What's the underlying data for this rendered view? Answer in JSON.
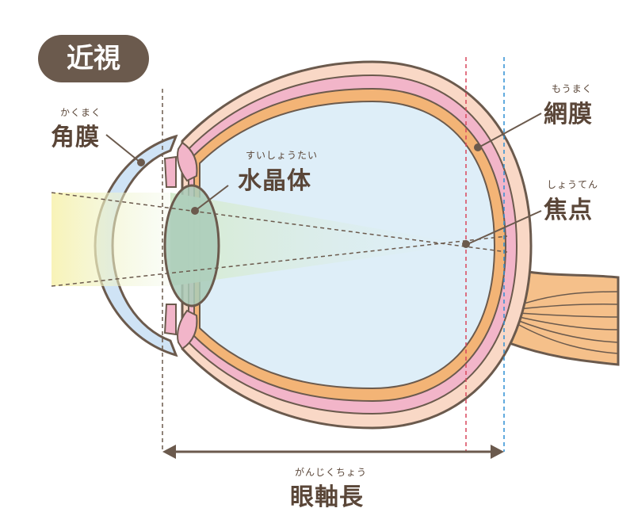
{
  "title": "近視",
  "labels": {
    "cornea": {
      "ruby": "かくまく",
      "text": "角膜"
    },
    "lens": {
      "ruby": "すいしょうたい",
      "text": "水晶体"
    },
    "retina": {
      "ruby": "もうまく",
      "text": "網膜"
    },
    "focus": {
      "ruby": "しょうてん",
      "text": "焦点"
    },
    "axial": {
      "ruby": "がんじくちょう",
      "text": "眼軸長"
    }
  },
  "colors": {
    "outline": "#6b5a4d",
    "sclera": "#f9d8c6",
    "choroid": "#f2b5c9",
    "retina": "#f3b476",
    "vitreous": "#deeef8",
    "cornea": "#cfe3f5",
    "lens": "#a9cbb9",
    "light": "#f8f5c2",
    "focus_line": "#d9475b",
    "retina_line": "#2f8fd4",
    "optic_nerve": "#f5c08a"
  }
}
